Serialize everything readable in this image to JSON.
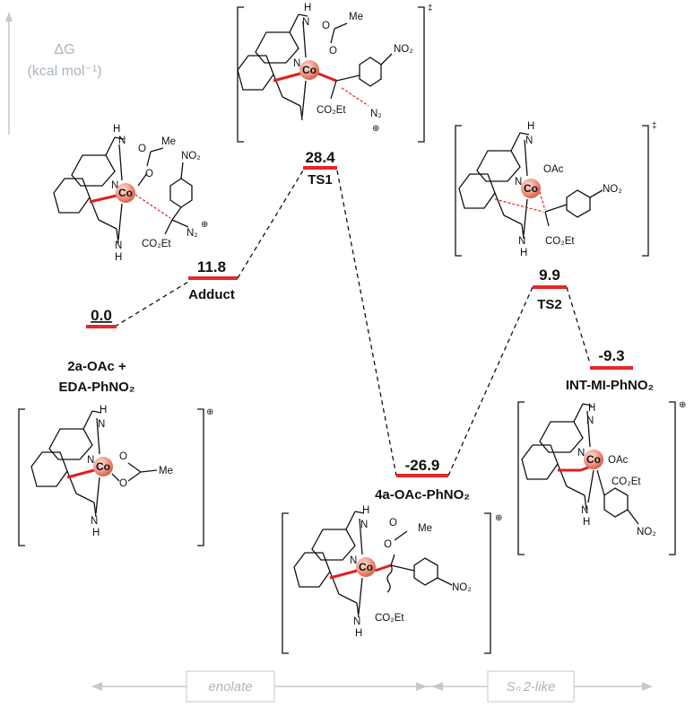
{
  "axis": {
    "symbol": "ΔG",
    "unit": "(kcal mol⁻¹)"
  },
  "levels": [
    {
      "value": "0.0",
      "label": "2a-OAc +",
      "label2": "EDA-PhNO₂"
    },
    {
      "value": "11.8",
      "label": "Adduct"
    },
    {
      "value": "28.4",
      "label": "TS1"
    },
    {
      "value": "-26.9",
      "label": "4a-OAc-PhNO₂"
    },
    {
      "value": "9.9",
      "label": "TS2"
    },
    {
      "value": "-9.3",
      "label": "INT-MI-PhNO₂"
    }
  ],
  "regions": {
    "left": "enolate",
    "right": "Sₙ 2-like"
  },
  "structures": {
    "adduct": {
      "metal": "Co",
      "groups": [
        "N",
        "H",
        "N",
        "H",
        "O",
        "O",
        "Me",
        "NO₂",
        "N₂",
        "⊕",
        "CO₂Et"
      ]
    },
    "ts1": {
      "metal": "Co",
      "charge": "‡",
      "groups": [
        "H",
        "N",
        "N",
        "O",
        "O",
        "Me",
        "NO₂",
        "CO₂Et",
        "N₂",
        "⊕"
      ]
    },
    "ts2": {
      "metal": "Co",
      "charge": "‡",
      "groups": [
        "H",
        "N",
        "N",
        "OAc",
        "NO₂",
        "N",
        "H",
        "CO₂Et"
      ]
    },
    "reactant": {
      "metal": "Co",
      "charge": "⊕",
      "groups": [
        "H",
        "N",
        "N",
        "O",
        "O",
        "Me",
        "N",
        "H"
      ]
    },
    "product": {
      "metal": "Co",
      "charge": "⊕",
      "groups": [
        "H",
        "N",
        "N",
        "O",
        "O",
        "Me",
        "N",
        "H",
        "CO₂Et",
        "NO₂"
      ]
    },
    "intermediate": {
      "metal": "Co",
      "charge": "⊕",
      "groups": [
        "H",
        "N",
        "N",
        "OAc",
        "CO₂Et",
        "N",
        "H",
        "NO₂"
      ]
    }
  },
  "colors": {
    "level_bar": "#e8262a",
    "cobalt": "#f08c78",
    "axis": "#aab4bf"
  }
}
